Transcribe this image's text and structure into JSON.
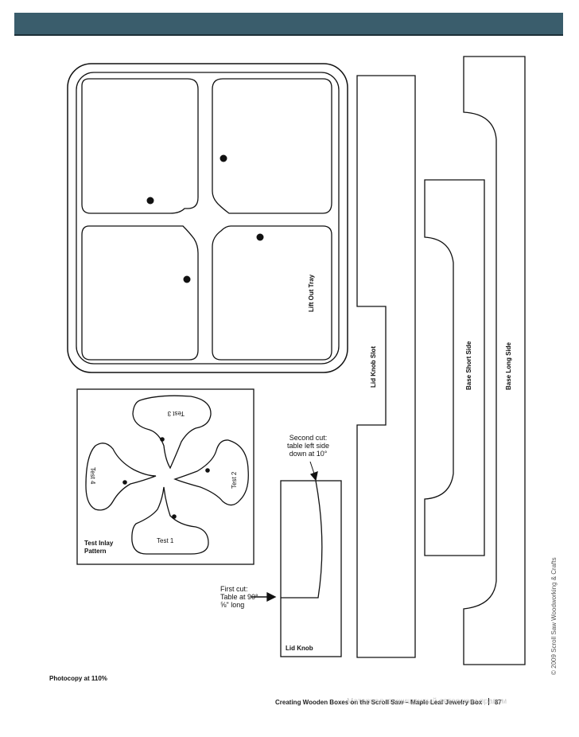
{
  "header": {
    "bar_color": "#3a5d6c"
  },
  "pattern_labels": {
    "tray": "Lift Out Tray",
    "lid_knob_slot": "Lid Knob Slot",
    "base_short_side": "Base Short Side",
    "base_long_side": "Base Long Side",
    "lid_knob": "Lid Knob",
    "test_inlay": [
      "Test Inlay",
      "Pattern"
    ]
  },
  "tests": {
    "test1": "Test 1",
    "test2": "Test 2",
    "test3": "Test 3",
    "test4": "Test 4"
  },
  "notes": {
    "second_cut": [
      "Second cut:",
      "table left side",
      "down at 10°"
    ],
    "first_cut": [
      "First cut:",
      "Table at 90°",
      "⅝\" long"
    ]
  },
  "photocopy": "Photocopy at 110%",
  "footer": {
    "title": "Creating Wooden Boxes on the Scroll Saw – Maple Leaf Jewelry Box",
    "page": "87"
  },
  "copyright": "© 2009 Scroll Saw Woodworking & Crafts",
  "watermark": "Материал, защищенный авторским правом"
}
